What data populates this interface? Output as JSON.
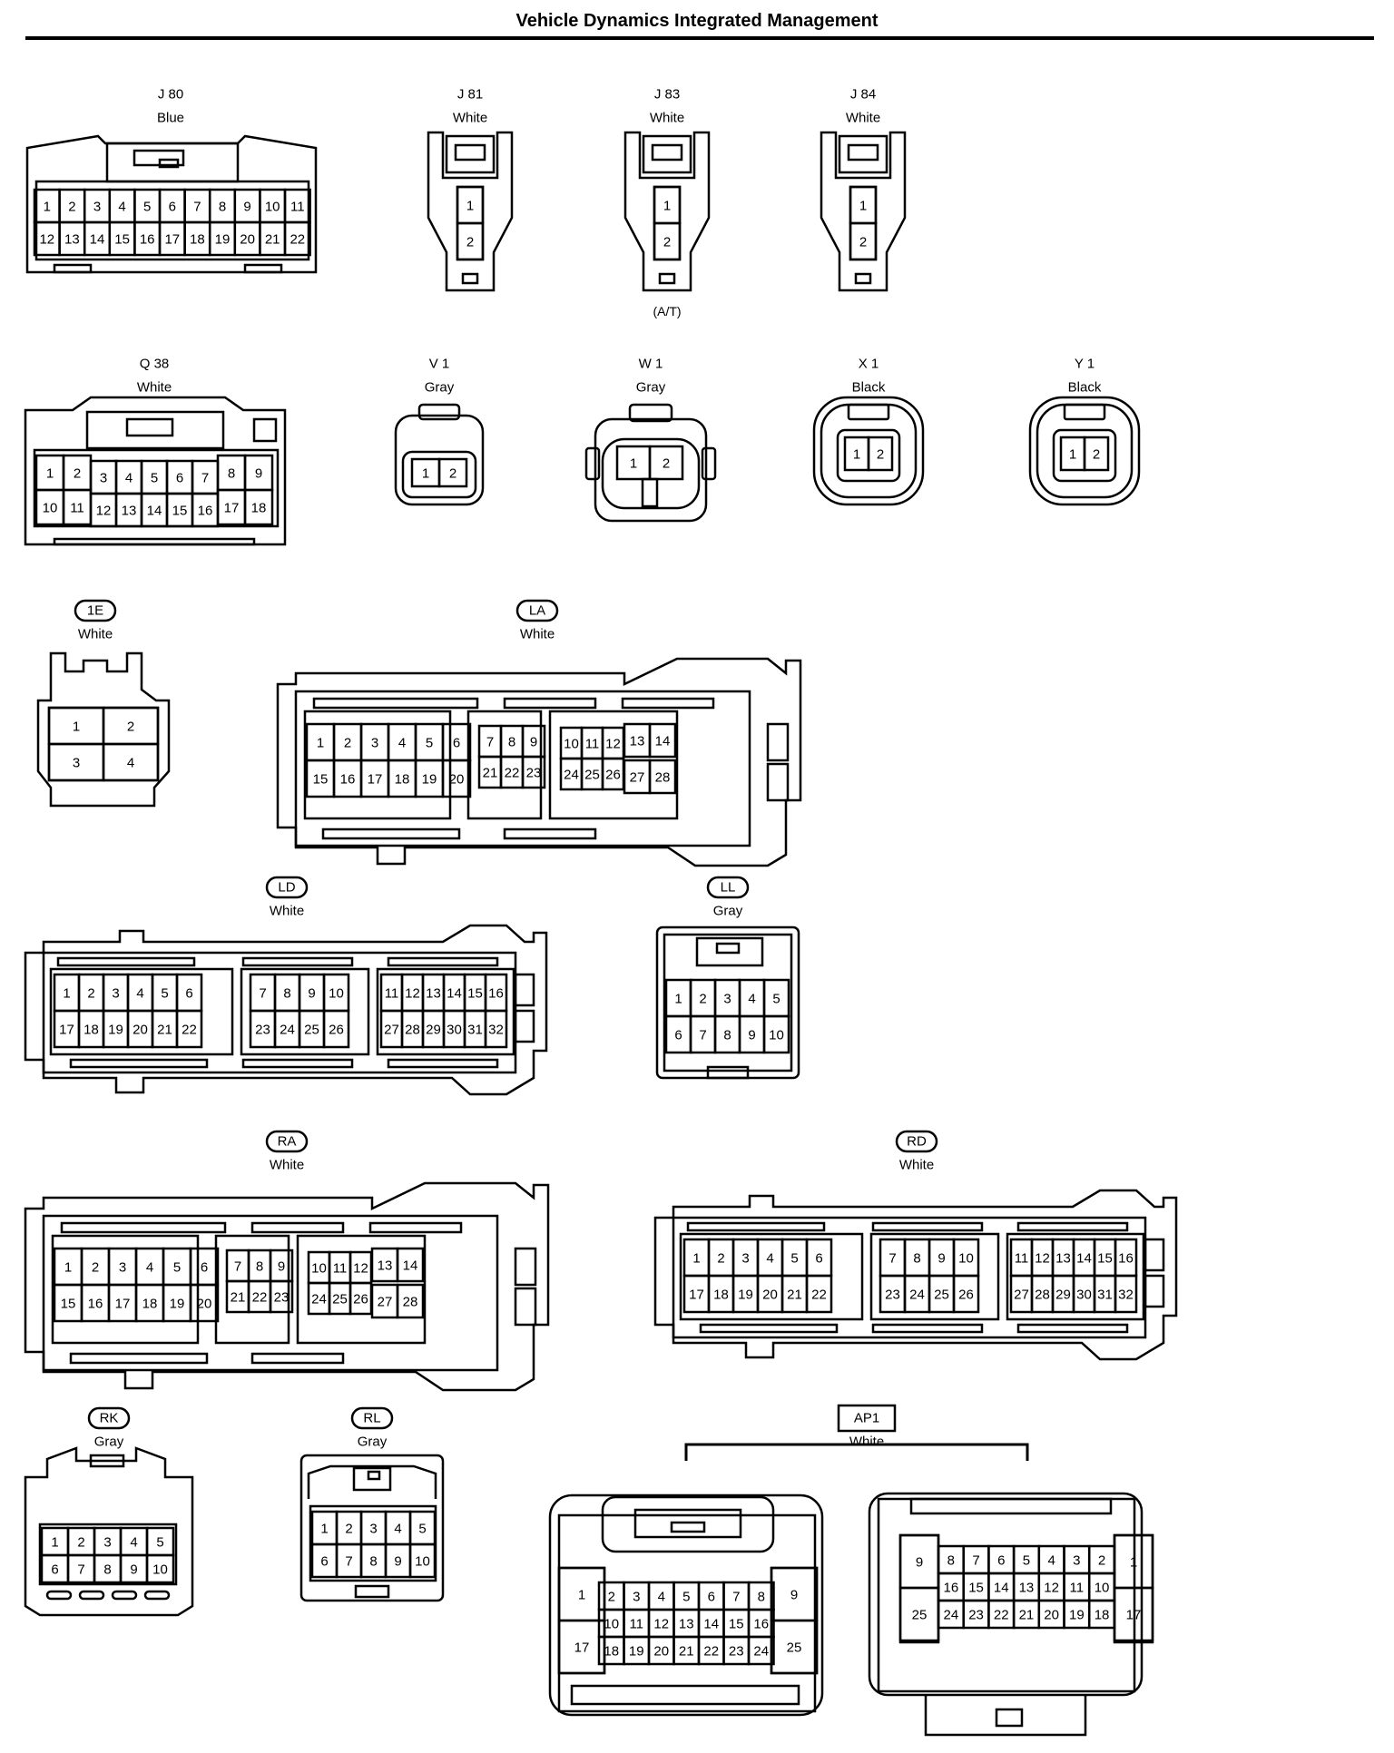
{
  "title": "Vehicle Dynamics Integrated Management",
  "connectors": {
    "J80": {
      "name": "J 80",
      "color": "Blue",
      "pins": [
        "1",
        "2",
        "3",
        "4",
        "5",
        "6",
        "7",
        "8",
        "9",
        "10",
        "11",
        "12",
        "13",
        "14",
        "15",
        "16",
        "17",
        "18",
        "19",
        "20",
        "21",
        "22"
      ]
    },
    "J81": {
      "name": "J 81",
      "color": "White",
      "pins": [
        "1",
        "2"
      ]
    },
    "J83": {
      "name": "J 83",
      "color": "White",
      "pins": [
        "1",
        "2"
      ],
      "note": "(A/T)"
    },
    "J84": {
      "name": "J 84",
      "color": "White",
      "pins": [
        "1",
        "2"
      ]
    },
    "Q38": {
      "name": "Q 38",
      "color": "White",
      "pins": [
        "1",
        "2",
        "3",
        "4",
        "5",
        "6",
        "7",
        "8",
        "9",
        "10",
        "11",
        "12",
        "13",
        "14",
        "15",
        "16",
        "17",
        "18"
      ]
    },
    "V1": {
      "name": "V 1",
      "color": "Gray",
      "pins": [
        "1",
        "2"
      ]
    },
    "W1": {
      "name": "W 1",
      "color": "Gray",
      "pins": [
        "1",
        "2"
      ]
    },
    "X1": {
      "name": "X 1",
      "color": "Black",
      "pins": [
        "1",
        "2"
      ]
    },
    "Y1": {
      "name": "Y 1",
      "color": "Black",
      "pins": [
        "1",
        "2"
      ]
    },
    "1E": {
      "name": "1E",
      "color": "White",
      "pins": [
        "1",
        "2",
        "3",
        "4"
      ]
    },
    "LA": {
      "name": "LA",
      "color": "White",
      "pins": [
        "1",
        "2",
        "3",
        "4",
        "5",
        "6",
        "7",
        "8",
        "9",
        "10",
        "11",
        "12",
        "13",
        "14",
        "15",
        "16",
        "17",
        "18",
        "19",
        "20",
        "21",
        "22",
        "23",
        "24",
        "25",
        "26",
        "27",
        "28"
      ]
    },
    "LD": {
      "name": "LD",
      "color": "White",
      "pins": [
        "1",
        "2",
        "3",
        "4",
        "5",
        "6",
        "7",
        "8",
        "9",
        "10",
        "11",
        "12",
        "13",
        "14",
        "15",
        "16",
        "17",
        "18",
        "19",
        "20",
        "21",
        "22",
        "23",
        "24",
        "25",
        "26",
        "27",
        "28",
        "29",
        "30",
        "31",
        "32"
      ]
    },
    "LL": {
      "name": "LL",
      "color": "Gray",
      "pins": [
        "1",
        "2",
        "3",
        "4",
        "5",
        "6",
        "7",
        "8",
        "9",
        "10"
      ]
    },
    "RA": {
      "name": "RA",
      "color": "White",
      "pins": [
        "1",
        "2",
        "3",
        "4",
        "5",
        "6",
        "7",
        "8",
        "9",
        "10",
        "11",
        "12",
        "13",
        "14",
        "15",
        "16",
        "17",
        "18",
        "19",
        "20",
        "21",
        "22",
        "23",
        "24",
        "25",
        "26",
        "27",
        "28"
      ]
    },
    "RD": {
      "name": "RD",
      "color": "White",
      "pins": [
        "1",
        "2",
        "3",
        "4",
        "5",
        "6",
        "7",
        "8",
        "9",
        "10",
        "11",
        "12",
        "13",
        "14",
        "15",
        "16",
        "17",
        "18",
        "19",
        "20",
        "21",
        "22",
        "23",
        "24",
        "25",
        "26",
        "27",
        "28",
        "29",
        "30",
        "31",
        "32"
      ]
    },
    "RK": {
      "name": "RK",
      "color": "Gray",
      "pins": [
        "1",
        "2",
        "3",
        "4",
        "5",
        "6",
        "7",
        "8",
        "9",
        "10"
      ]
    },
    "RL": {
      "name": "RL",
      "color": "Gray",
      "pins": [
        "1",
        "2",
        "3",
        "4",
        "5",
        "6",
        "7",
        "8",
        "9",
        "10"
      ]
    },
    "AP1": {
      "name": "AP1",
      "color": "White",
      "pins": [
        "1",
        "2",
        "3",
        "4",
        "5",
        "6",
        "7",
        "8",
        "9",
        "10",
        "11",
        "12",
        "13",
        "14",
        "15",
        "16",
        "17",
        "18",
        "19",
        "20",
        "21",
        "22",
        "23",
        "24",
        "25"
      ]
    }
  }
}
